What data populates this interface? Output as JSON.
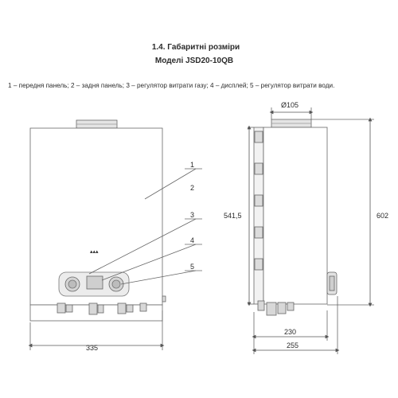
{
  "header": {
    "section_title": "1.4. Габаритні розміри",
    "model_title": "Моделі JSD20-10QB"
  },
  "legend_text": "1 – передня панель; 2 – задня панель; 3 – регулятор витрати газу; 4 – дисплей; 5 – регулятор витрати води.",
  "callouts": {
    "c1": "1",
    "c2": "2",
    "c3": "3",
    "c4": "4",
    "c5": "5"
  },
  "dimensions": {
    "front_width": "335",
    "flue_diameter": "Ø105",
    "side_height_inner": "541,5",
    "total_height": "602",
    "side_depth_body": "230",
    "side_depth_total": "255"
  },
  "colors": {
    "line": "#555555",
    "panel": "#e9e9e9",
    "panel_dark": "#cfcfcf"
  }
}
